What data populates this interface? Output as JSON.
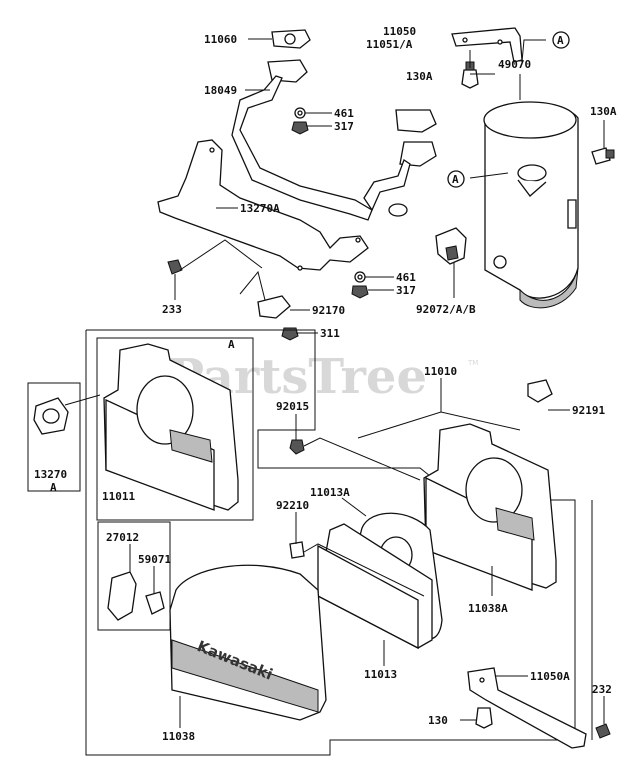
{
  "watermark": {
    "text": "PartsTree",
    "trademark": "TM"
  },
  "brand_text": "Kawasaki",
  "labels": {
    "p11060": "11060",
    "p11050": "11050",
    "p11051": "11051/A",
    "ref_a_top": "A",
    "p130a_left": "130A",
    "p49070": "49070",
    "p130a_right": "130A",
    "p18049": "18049",
    "p461_top": "461",
    "p317_top": "317",
    "p13270a": "13270A",
    "ref_a_muffler": "A",
    "p233": "233",
    "p461_bot": "461",
    "p317_bot": "317",
    "p92170": "92170",
    "p92072": "92072/A/B",
    "p311": "311",
    "ref_a_box": "A",
    "p11010": "11010",
    "p92015": "92015",
    "p92191": "92191",
    "p13270": "13270",
    "p13270_a": "A",
    "p11011": "11011",
    "p11013a": "11013A",
    "p92210": "92210",
    "p27012": "27012",
    "p59071": "59071",
    "p11038a": "11038A",
    "p11013": "11013",
    "p11050a": "11050A",
    "p232": "232",
    "p130": "130",
    "p11038": "11038"
  }
}
